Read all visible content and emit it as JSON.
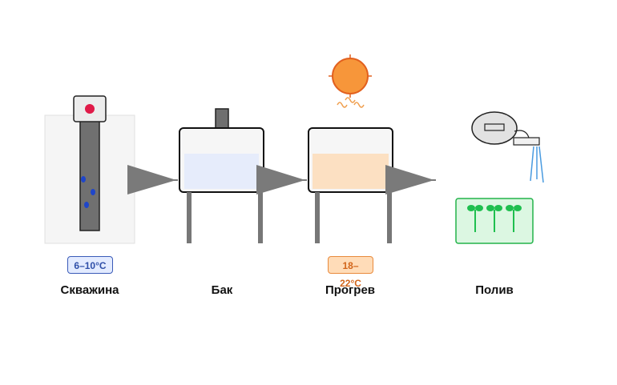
{
  "steps": [
    {
      "id": "well",
      "label": "Скважина",
      "temperature": "6–10°C"
    },
    {
      "id": "tank",
      "label": "Бак"
    },
    {
      "id": "heating",
      "label": "Прогрев",
      "temperature": "18–22°C"
    },
    {
      "id": "watering",
      "label": "Полив"
    }
  ],
  "colors": {
    "cold_badge_bg": "#e3ebff",
    "cold_badge_border": "#3a5bb8",
    "warm_badge_bg": "#ffdcb8",
    "warm_badge_border": "#e88a3c",
    "sun": "#f7963a",
    "sun_outline": "#e2601e",
    "arrow": "#7a7a7a",
    "cold_water": "#e6ecfb",
    "warm_water": "#fce0c2",
    "plant": "#1fbf4f",
    "spray": "#4a9be0"
  },
  "icons": [
    "pump-icon",
    "tank-icon",
    "sun-icon",
    "heated-tank-icon",
    "sprinkler-icon",
    "seedling-tray-icon",
    "arrow-icon"
  ]
}
